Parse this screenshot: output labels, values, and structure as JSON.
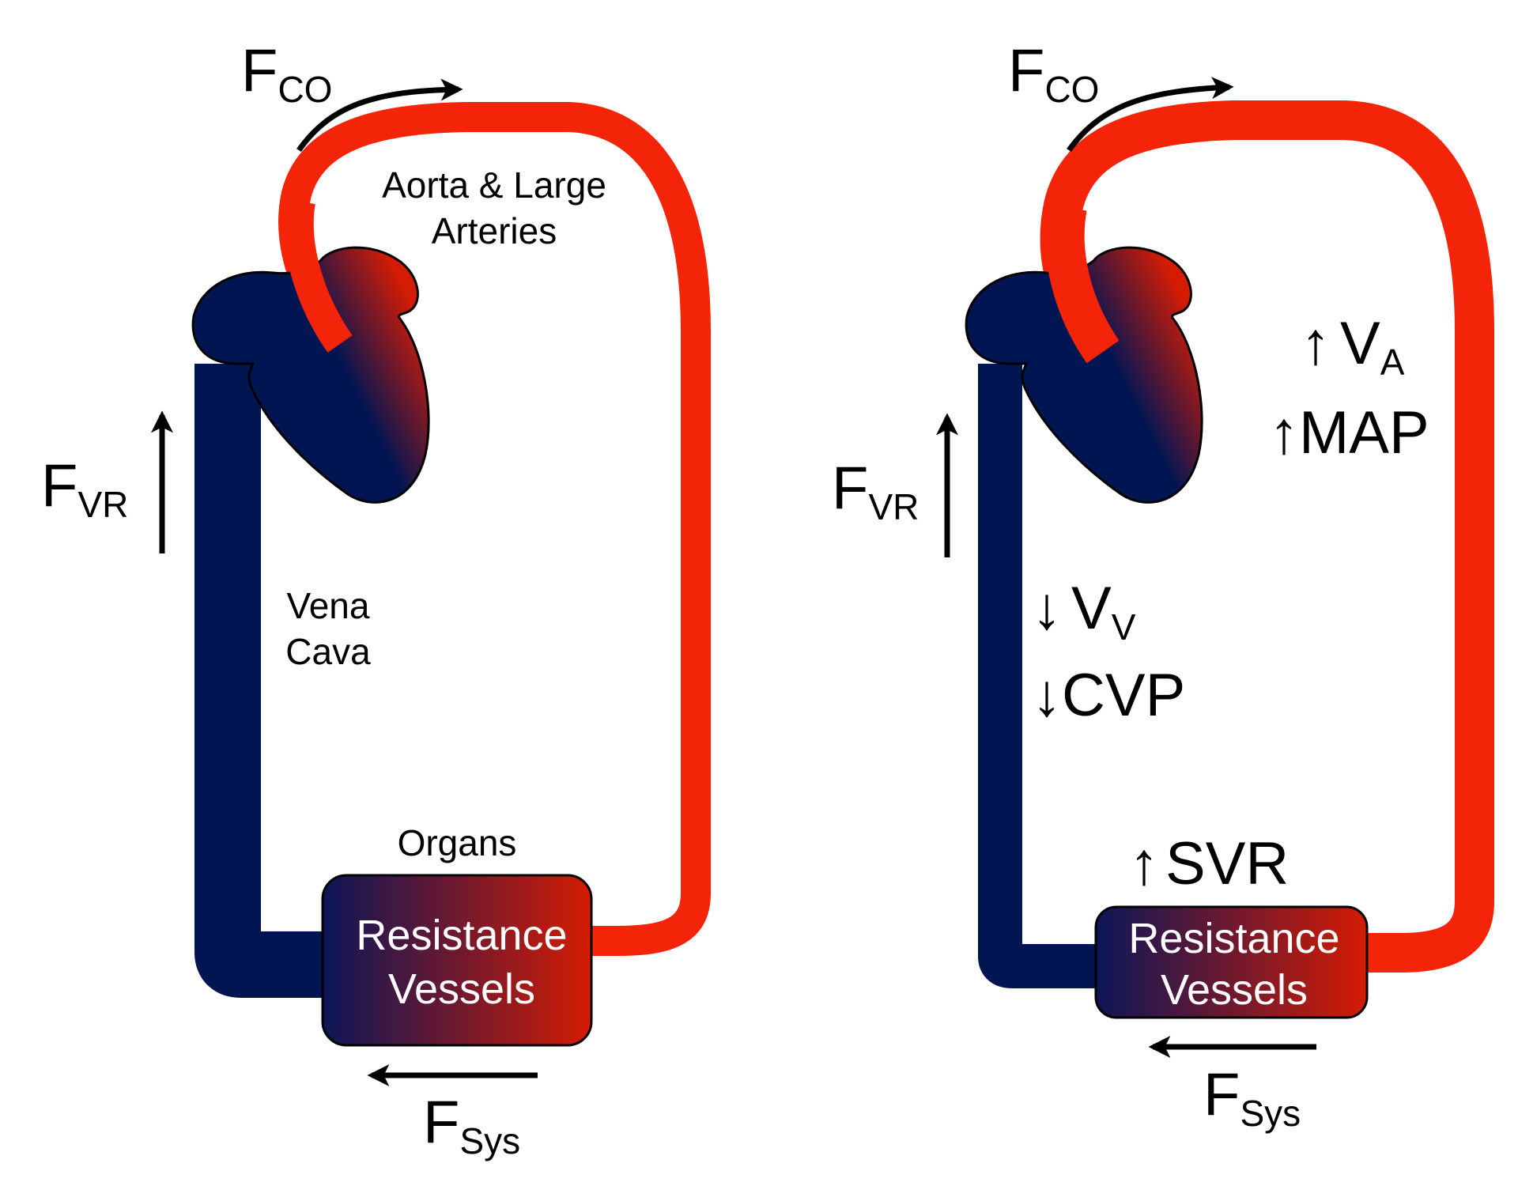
{
  "colors": {
    "artery": "#f32408",
    "vein": "#021553",
    "heart_blue": "#021553",
    "heart_red": "#d41c04",
    "outline": "#000000",
    "ink": "#000000",
    "box_text": "#ffffff"
  },
  "left": {
    "fco": {
      "main": "F",
      "sub": "CO"
    },
    "fvr": {
      "main": "F",
      "sub": "VR"
    },
    "fsys": {
      "main": "F",
      "sub": "Sys"
    },
    "aorta_line1": "Aorta & Large",
    "aorta_line2": "Arteries",
    "vena_line1": "Vena",
    "vena_line2": "Cava",
    "organs": "Organs",
    "box_line1": "Resistance",
    "box_line2": "Vessels"
  },
  "right": {
    "fco": {
      "main": "F",
      "sub": "CO"
    },
    "fvr": {
      "main": "F",
      "sub": "VR"
    },
    "fsys": {
      "main": "F",
      "sub": "Sys"
    },
    "va": {
      "arrow": "↑",
      "main": "V",
      "sub": "A"
    },
    "map": {
      "arrow": "↑",
      "text": "MAP"
    },
    "vv": {
      "arrow": "↓",
      "main": "V",
      "sub": "V"
    },
    "cvp": {
      "arrow": "↓",
      "text": "CVP"
    },
    "svr": {
      "arrow": "↑",
      "text": "SVR"
    },
    "box_line1": "Resistance",
    "box_line2": "Vessels"
  }
}
